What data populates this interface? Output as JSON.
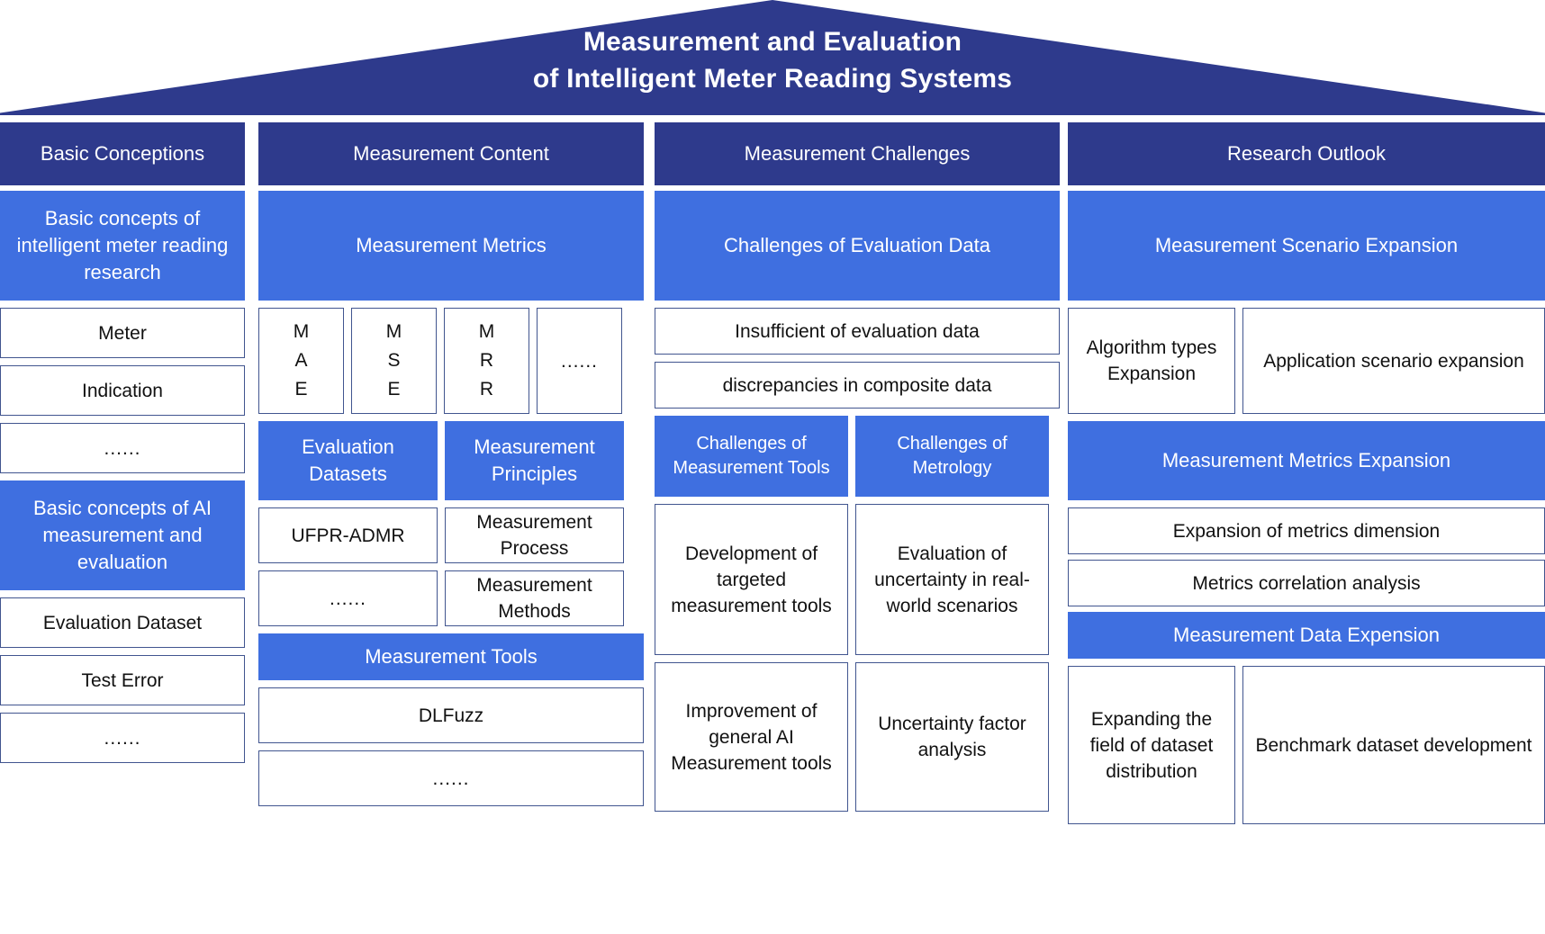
{
  "title": {
    "line1": "Measurement and Evaluation",
    "line2": "of Intelligent Meter Reading Systems"
  },
  "colors": {
    "dark_blue": "#2E3A8C",
    "accent_blue": "#3F6FE0",
    "box_border": "#41558F",
    "text_dark": "#111111",
    "text_light": "#FFFFFF"
  },
  "columns": [
    {
      "header": "Basic Conceptions",
      "groups": [
        {
          "title": "Basic concepts of intelligent meter reading research",
          "items": [
            "Meter",
            "Indication",
            "......"
          ]
        },
        {
          "title": "Basic concepts of AI measurement and evaluation",
          "items": [
            "Evaluation Dataset",
            "Test Error",
            "......"
          ]
        }
      ]
    },
    {
      "header": "Measurement Content",
      "metrics_title": "Measurement Metrics",
      "metrics": [
        "M\nA\nE",
        "M\nS\nE",
        "M\nR\nR",
        "......"
      ],
      "metrics_labels": [
        "MAE",
        "MSE",
        "MRR",
        "......"
      ],
      "subgroups": [
        {
          "title": "Evaluation Datasets",
          "items": [
            "UFPR-ADMR",
            "......"
          ]
        },
        {
          "title": "Measurement Principles",
          "items": [
            "Measurement Process",
            "Measurement Methods"
          ]
        }
      ],
      "tools_title": "Measurement Tools",
      "tools": [
        "DLFuzz",
        "......"
      ]
    },
    {
      "header": "Measurement Challenges",
      "data_title": "Challenges of Evaluation Data",
      "data_items": [
        "Insufficient of evaluation data",
        "discrepancies in composite data"
      ],
      "subgroups": [
        {
          "title": "Challenges of Measurement Tools",
          "items": [
            "Development of targeted measurement tools",
            "Improvement of general AI Measurement tools"
          ]
        },
        {
          "title": "Challenges of Metrology",
          "items": [
            "Evaluation of uncertainty in real-world scenarios",
            "Uncertainty factor analysis"
          ]
        }
      ]
    },
    {
      "header": "Research Outlook",
      "scenario_title": "Measurement Scenario Expansion",
      "scenario_items": [
        "Algorithm types Expansion",
        "Application scenario expansion"
      ],
      "metrics_title": "Measurement Metrics Expansion",
      "metrics_items": [
        "Expansion of metrics dimension",
        "Metrics correlation analysis"
      ],
      "data_title": "Measurement Data Expension",
      "data_items": [
        "Expanding the field of dataset distribution",
        "Benchmark dataset development"
      ]
    }
  ]
}
